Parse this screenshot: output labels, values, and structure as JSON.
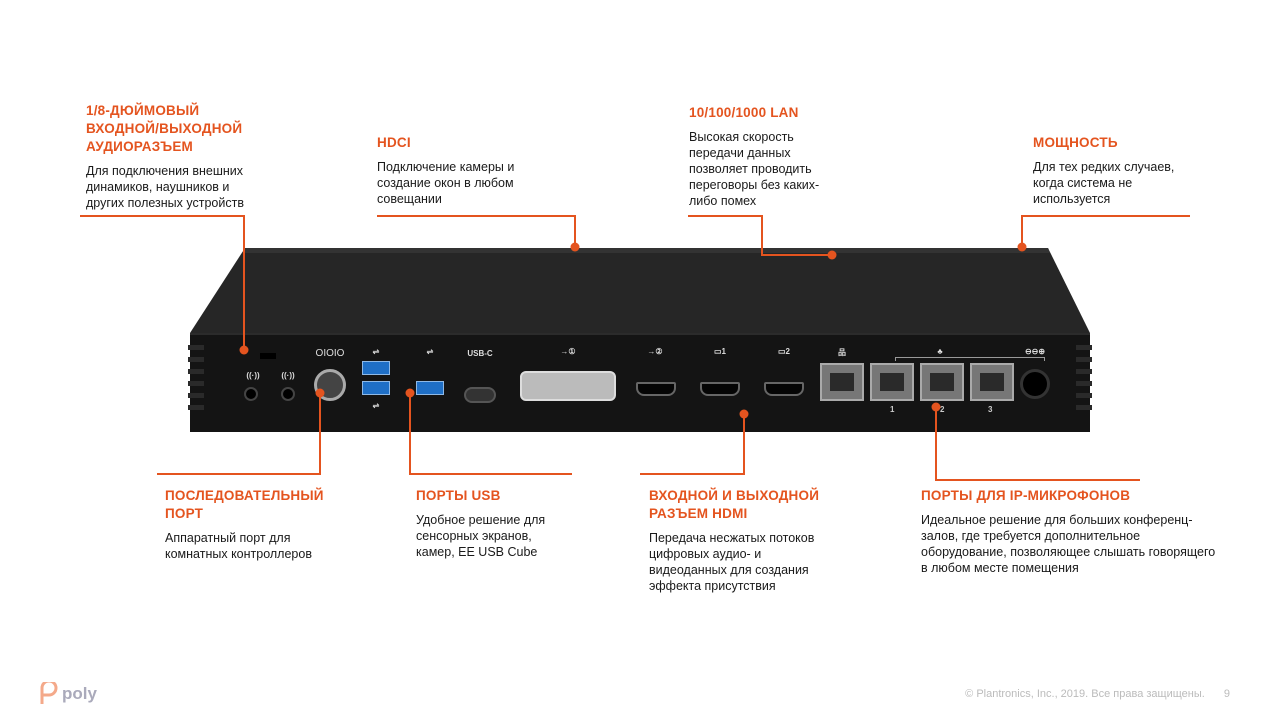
{
  "annotations": {
    "audio": {
      "title": "1/8-ДЮЙМОВЫЙ ВХОДНОЙ/ВЫХОДНОЙ АУДИОРАЗЪЕМ",
      "text": "Для подключения внешних динамиков, наушников и других полезных устройств"
    },
    "hdci": {
      "title": "HDCI",
      "text": "Подключение камеры и создание окон в любом совещании"
    },
    "lan": {
      "title": "10/100/1000 LAN",
      "text": "Высокая скорость передачи данных позволяет проводить переговоры без каких-либо помех"
    },
    "power": {
      "title": "МОЩНОСТЬ",
      "text": "Для тех редких случаев, когда система не используется"
    },
    "serial": {
      "title": "ПОСЛЕДОВАТЕЛЬНЫЙ ПОРТ",
      "text": "Аппаратный порт для комнатных контроллеров"
    },
    "usb": {
      "title": "ПОРТЫ USB",
      "text": "Удобное решение для сенсорных экранов, камер, EE USB Cube"
    },
    "hdmi": {
      "title": "ВХОДНОЙ И ВЫХОДНОЙ РАЗЪЕМ HDMI",
      "text": "Передача несжатых потоков цифровых аудио- и видеоданных для создания эффекта присутствия"
    },
    "mic": {
      "title": "ПОРТЫ ДЛЯ IP-МИКРОФОНОВ",
      "text": "Идеальное решение для больших конференц-залов, где требуется дополнительное оборудование, позволяющее слышать говорящего в любом месте помещения"
    }
  },
  "device": {
    "serial_label": "OIOIO",
    "usbc_label": "USB-C",
    "mic_ports": [
      "1",
      "2",
      "3"
    ]
  },
  "footer": {
    "logo": "poly",
    "copyright": "© Plantronics, Inc., 2019. Все права защищены.",
    "page": "9"
  },
  "colors": {
    "accent": "#e4541f",
    "device": "#141414"
  }
}
